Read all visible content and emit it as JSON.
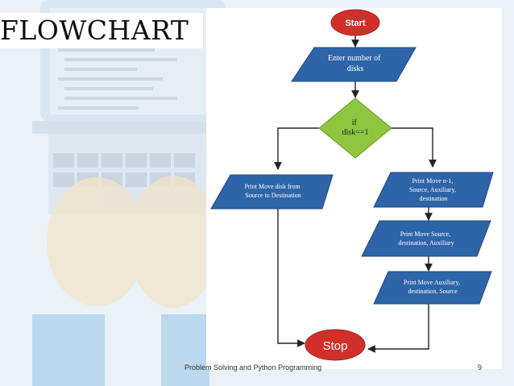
{
  "slide": {
    "title": "FLOWCHART",
    "footer": "Problem Solving and Python Programming",
    "page_number": "9"
  },
  "flowchart": {
    "start": "Start",
    "input": [
      "Enter number of",
      "disks"
    ],
    "decision": [
      "if",
      "disk==1"
    ],
    "left_output": [
      "Print Move disk from",
      "Source to Destination"
    ],
    "right_output_1": [
      "Print Move n-1,",
      "Source, Auxiliary,",
      "destination"
    ],
    "right_output_2": [
      "Print Move Source,",
      "destination, Auxiliary"
    ],
    "right_output_3": [
      "Print Move Auxiliary,",
      "destination, Source"
    ],
    "stop": "Stop"
  },
  "colors": {
    "terminal": "#d1302a",
    "io_box": "#2e64a8",
    "decision": "#8ec63f",
    "connector": "#222222",
    "background": "#eaf2f8"
  }
}
